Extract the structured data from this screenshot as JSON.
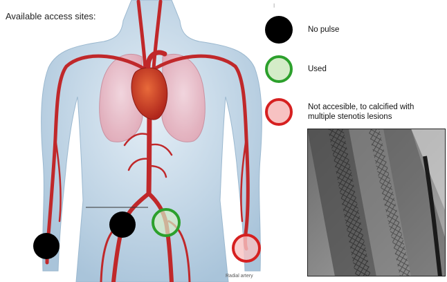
{
  "title": "Available access sites:",
  "legend": [
    {
      "label": "No pulse",
      "fill": "#000000",
      "border": "#000000"
    },
    {
      "label": "Used",
      "fill": "#d4ecc8",
      "border": "#2ca02c"
    },
    {
      "label": "Not accesible, to calcified with multiple stenotis lesions",
      "fill": "#f7c2c2",
      "border": "#d62020"
    }
  ],
  "top_mark": "I",
  "caption": "Radial artery",
  "colors": {
    "no_pulse": "#000000",
    "used_border": "#2ca02c",
    "used_fill": "#d4ecc8",
    "not_accessible_border": "#d62020",
    "not_accessible_fill": "#f7c2c2",
    "artery": "#c0282a",
    "body": "#c9dcea"
  },
  "access_sites": [
    {
      "site": "right-radial",
      "status": "no pulse"
    },
    {
      "site": "right-femoral",
      "status": "no pulse"
    },
    {
      "site": "left-femoral",
      "status": "used"
    },
    {
      "site": "left-radial",
      "status": "not accessible"
    }
  ]
}
